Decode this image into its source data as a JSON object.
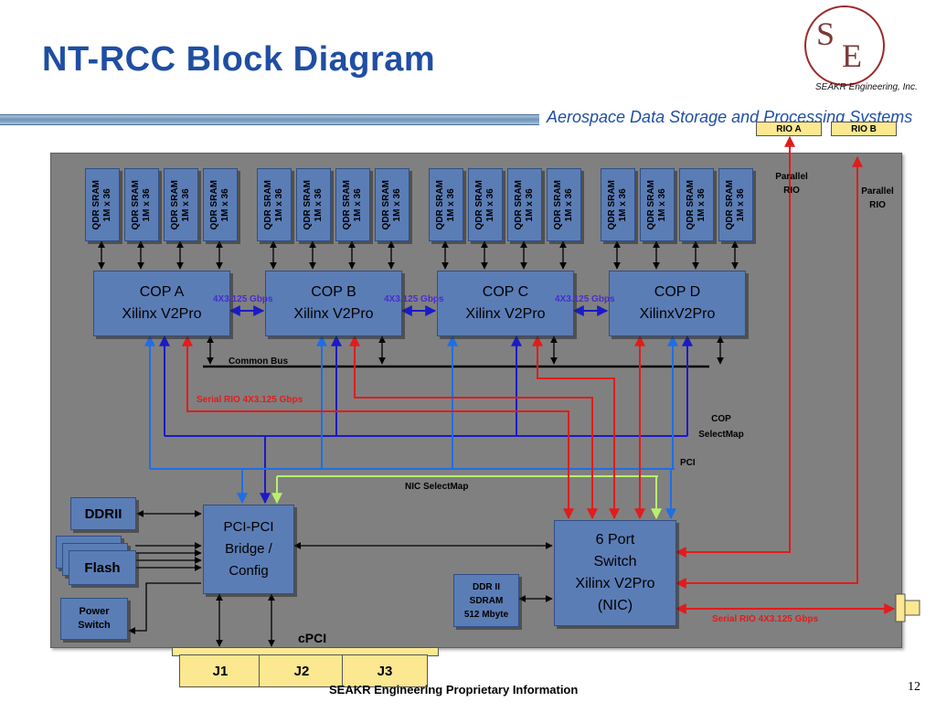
{
  "title": "NT-RCC Block Diagram",
  "logo": {
    "letter1": "S",
    "letter2": "E",
    "caption": "SEAKR Engineering, Inc."
  },
  "subtitle": "Aerospace Data Storage and Processing Systems",
  "sram_label": "QDR SRAM\n1M x 36",
  "cops": [
    {
      "name": "COP A",
      "part": "Xilinx V2Pro"
    },
    {
      "name": "COP B",
      "part": "Xilinx V2Pro"
    },
    {
      "name": "COP C",
      "part": "Xilinx V2Pro"
    },
    {
      "name": "COP D",
      "part": "XilinxV2Pro"
    }
  ],
  "links": [
    "4X3.125 Gbps",
    "4X3.125 Gbps",
    "4X3.125 Gbps"
  ],
  "rio_ports": {
    "a": "RIO A",
    "b": "RIO B"
  },
  "parallel_rio_left": "Parallel\nRIO",
  "parallel_rio_right": "Parallel\nRIO",
  "labels": {
    "common_bus": "Common Bus",
    "serial_rio": "Serial RIO 4X3.125 Gbps",
    "cop_selectmap": "COP\nSelectMap",
    "pci": "PCI",
    "nic_selectmap": "NIC SelectMap",
    "serial_rio_out": "Serial RIO 4X3.125 Gbps",
    "cpci": "cPCI"
  },
  "blocks": {
    "ddrii": "DDRII",
    "flash": "Flash",
    "power_switch": "Power\nSwitch",
    "bridge": "PCI-PCI\nBridge /\nConfig",
    "ddr_sdram": "DDR II\nSDRAM\n512 Mbyte",
    "switch": "6 Port\nSwitch\nXilinx V2Pro\n(NIC)"
  },
  "connectors": [
    "J1",
    "J2",
    "J3"
  ],
  "footer": "SEAKR Engineering Proprietary Information",
  "page_number": "12",
  "colors": {
    "board": "#808080",
    "block": "#5b7db6",
    "serial_rio": "#e31b1b",
    "selectmap": "#1a1ac8",
    "pci": "#1e6ee6",
    "nic_selectmap": "#b8f06e",
    "title": "#1f4ea3"
  }
}
